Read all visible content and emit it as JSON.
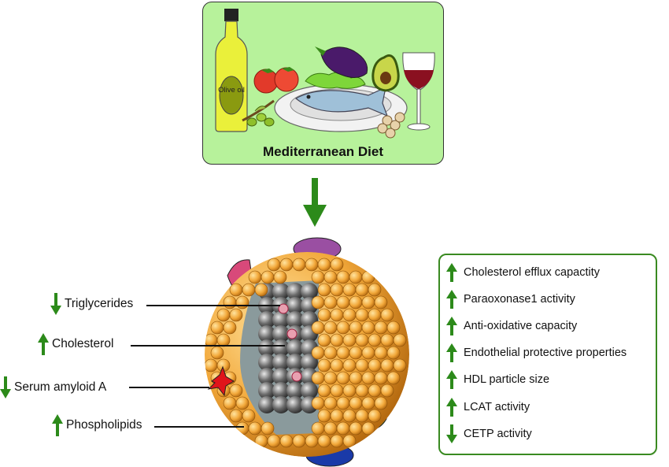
{
  "diet": {
    "title": "Mediterranean Diet",
    "bottle_label": "Olive oil"
  },
  "left_labels": [
    {
      "text": "Triglycerides",
      "direction": "down"
    },
    {
      "text": "Cholesterol",
      "direction": "up"
    },
    {
      "text": "Serum amyloid A",
      "direction": "down"
    },
    {
      "text": "Phospholipids",
      "direction": "up"
    }
  ],
  "effects": [
    {
      "text": "Cholesterol efflux capactity",
      "direction": "up"
    },
    {
      "text": "Paraoxonase1 activity",
      "direction": "up"
    },
    {
      "text": "Anti-oxidative capacity",
      "direction": "up"
    },
    {
      "text": "Endothelial protective properties",
      "direction": "up"
    },
    {
      "text": "HDL particle size",
      "direction": "up"
    },
    {
      "text": "LCAT activity",
      "direction": "up"
    },
    {
      "text": "CETP activity",
      "direction": "down"
    }
  ],
  "colors": {
    "box_fill": "#b7f29b",
    "arrow_green": "#2c8a1a",
    "effects_border": "#3a8a21"
  }
}
